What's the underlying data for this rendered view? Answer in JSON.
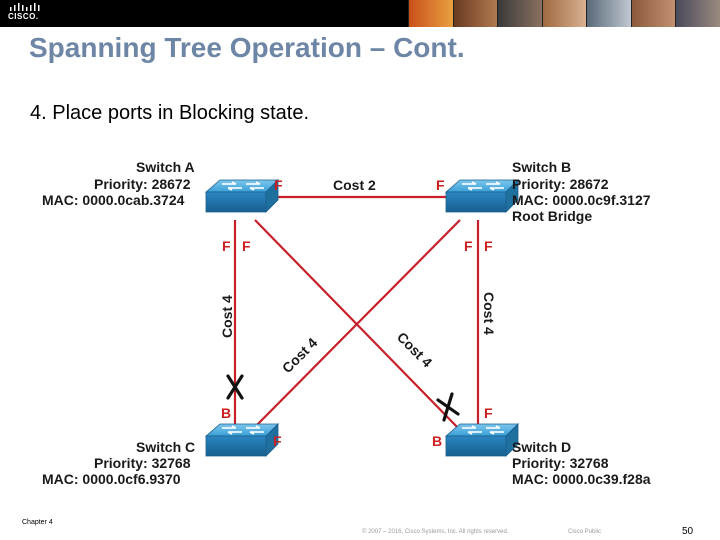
{
  "slide": {
    "title": "Spanning Tree Operation – Cont.",
    "step": "4. Place ports in Blocking state."
  },
  "brand": {
    "logo_text": "CISCO."
  },
  "switches": {
    "a": {
      "name": "Switch A",
      "priority": "Priority: 28672",
      "mac": "MAC: 0000.0cab.3724"
    },
    "b": {
      "name": "Switch B",
      "priority": "Priority: 28672",
      "mac": "MAC: 0000.0c9f.3127",
      "role": "Root Bridge"
    },
    "c": {
      "name": "Switch C",
      "priority": "Priority: 32768",
      "mac": "MAC: 0000.0cf6.9370"
    },
    "d": {
      "name": "Switch D",
      "priority": "Priority: 32768",
      "mac": "MAC: 0000.0c39.f28a"
    }
  },
  "links": {
    "ab_cost": "Cost 2",
    "ac_cost": "Cost 4",
    "bd_cost": "Cost 4",
    "bc_cost": "Cost 4",
    "ad_cost": "Cost 4"
  },
  "ports": {
    "a_to_b": "F",
    "b_to_a": "F",
    "a_to_c": "F",
    "a_to_d": "F",
    "b_to_c": "F",
    "b_to_d": "F",
    "c_to_a": "B",
    "c_to_d": "F",
    "d_to_a": "B",
    "d_to_b": "F"
  },
  "colors": {
    "link": "#c8202a",
    "title": "#6e86a5",
    "port": "#cc1f1f",
    "switch_body": "#2a8fc8"
  },
  "footer": {
    "chapter": "Chapter 4",
    "copyright": "© 2007 – 2016, Cisco Systems, Inc. All rights reserved.",
    "classification": "Cisco Public",
    "page": "50"
  }
}
